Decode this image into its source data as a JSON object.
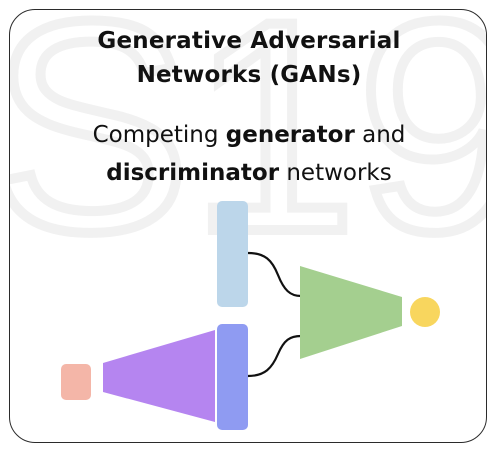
{
  "header": {
    "title_line1": "Generative Adversarial",
    "title_line2": "Networks (GANs)"
  },
  "subtitle": {
    "part1": "Competing ",
    "bold1": "generator",
    "part2": " and",
    "bold2": "discriminator",
    "part3": " networks"
  },
  "colors": {
    "input_noise": "#f4b6a8",
    "generator": "#b585f0",
    "real_data_layer": "#bcd6ea",
    "fake_data_layer": "#8f9bf2",
    "discriminator": "#a4cf8f",
    "output": "#f8d65e",
    "connector": "#111111",
    "border": "#2b2b2b"
  },
  "icons": {
    "input": "noise-input-square",
    "output": "output-dot"
  }
}
